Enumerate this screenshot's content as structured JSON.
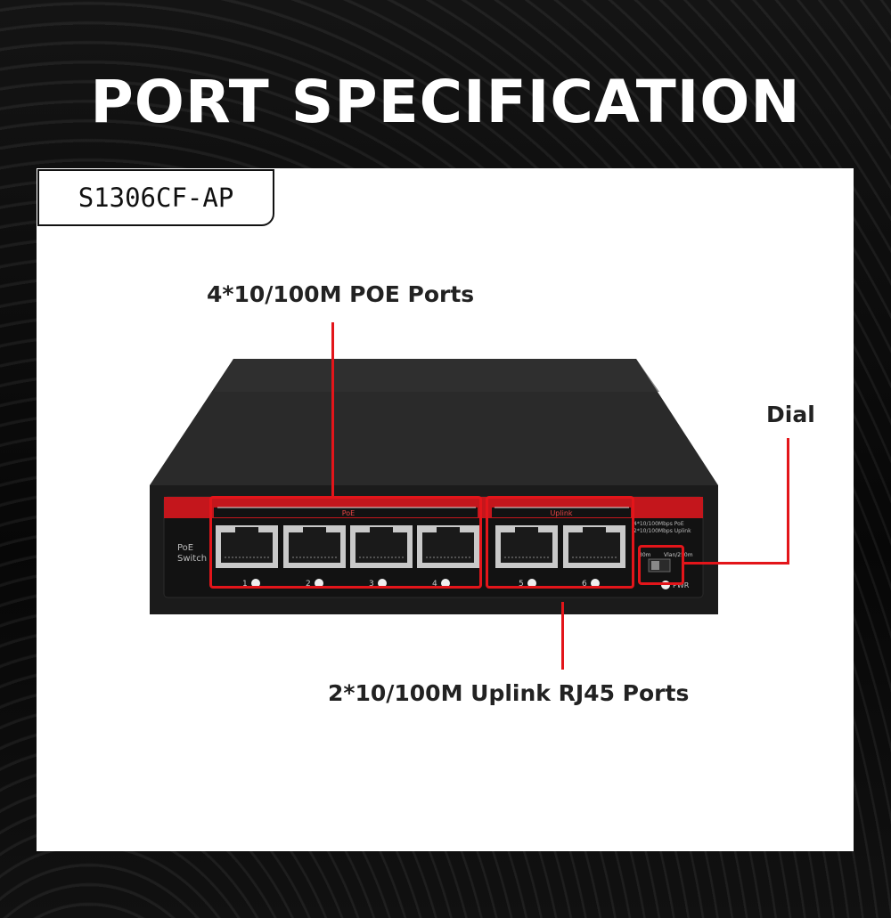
{
  "title": "PORT SPECIFICATION",
  "model": "S1306CF-AP",
  "callouts": {
    "poe_ports": "4*10/100M POE Ports",
    "dial": "Dial",
    "uplink_ports": "2*10/100M Uplink RJ45 Ports"
  },
  "device": {
    "poe_label": "PoE",
    "uplink_label": "Uplink",
    "side_label_line1": "PoE",
    "side_label_line2": "Switch",
    "spec_line1": "4*10/100Mbps PoE",
    "spec_line2": "2*10/100Mbps Uplink",
    "dial_left": "30m",
    "dial_right": "Vlan/250m",
    "pwr": "PWR",
    "port_numbers": [
      "1",
      "2",
      "3",
      "4",
      "5",
      "6"
    ]
  },
  "colors": {
    "accent_red": "#e3151a",
    "device_body": "#1e1e1e",
    "panel": "#ffffff"
  }
}
